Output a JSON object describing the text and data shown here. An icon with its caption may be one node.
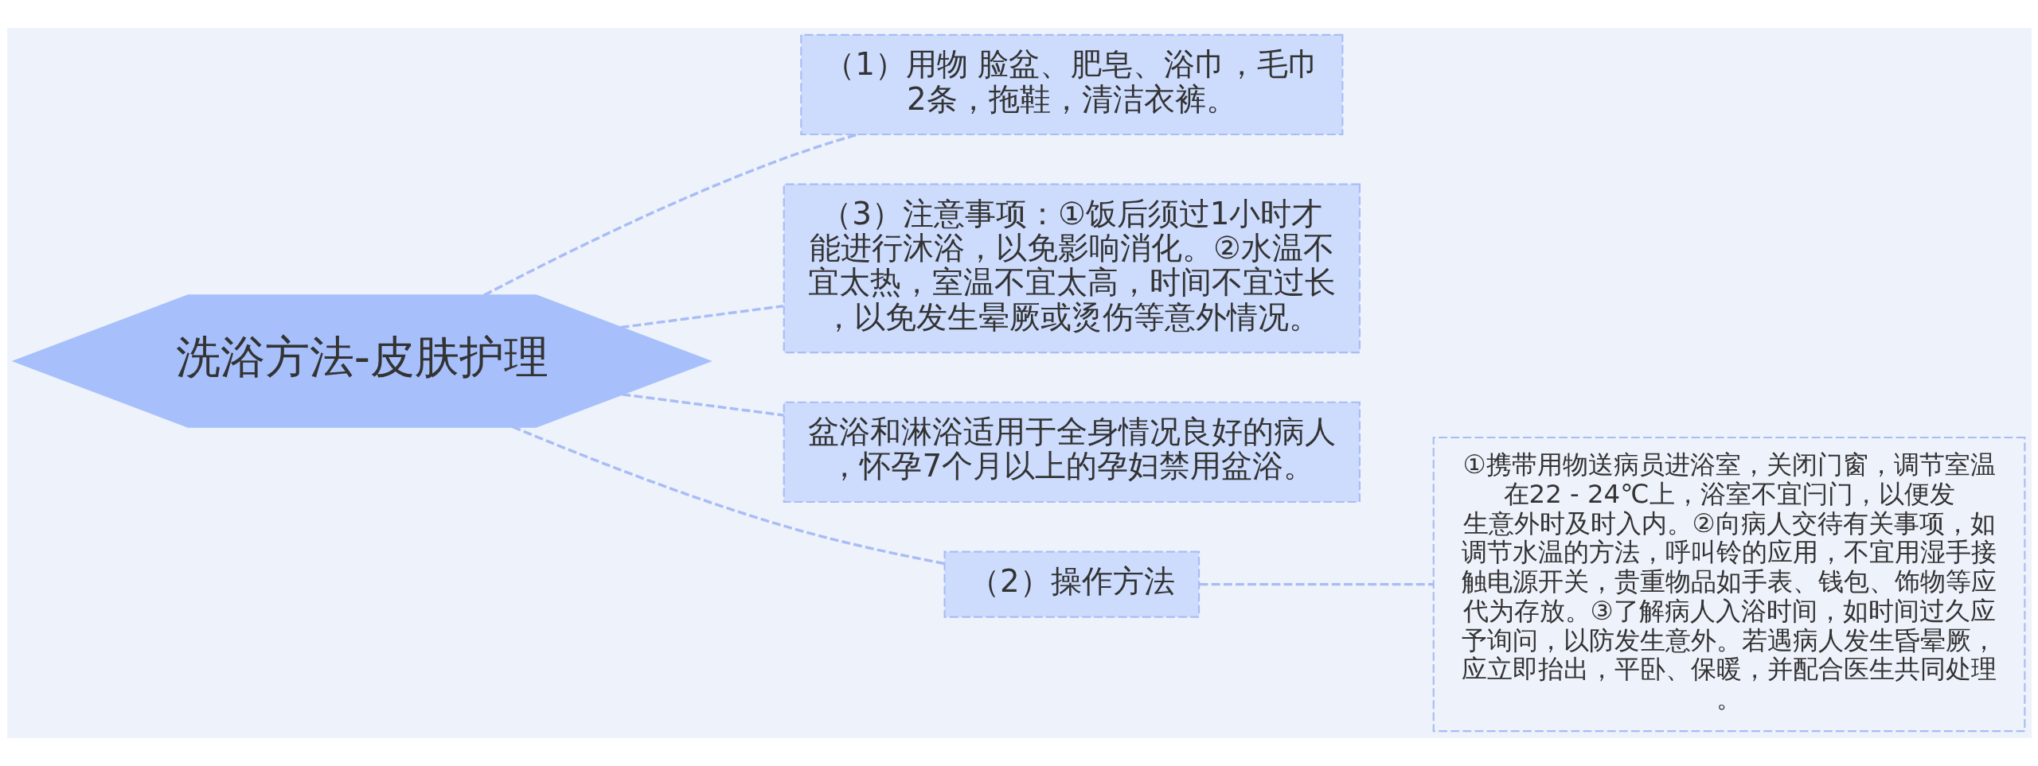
{
  "diagram": {
    "nodes": [
      {
        "text": [
          "洗浴方法-皮肤护理"
        ]
      },
      {
        "text": [
          "（1）用物 脸盆、肥皂、浴巾，毛巾2条，拖鞋，清洁衣裤。"
        ]
      },
      {
        "text": [
          "（3）注意事项：①饭后须过1小时才能进行沐浴，以免影响消化。②水温不宜太热，室温不宜太高，时间不宜过长，以免发生晕厥或烫伤等意外情况。"
        ]
      },
      {
        "text": [
          "盆浴和淋浴适用于全身情况良好的病人，怀孕7个月以上的孕妇禁用盆浴。"
        ]
      },
      {
        "text": [
          "（2）操作方法"
        ]
      },
      {
        "text": [
          "①携带用物送病员进浴室，关闭门窗，调节室温在22 - 24℃上，浴室不宜闩门，以便发生意外时及时入内。②向病人交待有关事项，如调节水温的方法，呼叫铃的应用，不宜用湿手接触电源开关，贵重物品如手表、钱包、饰物等应代为存放。③了解病人入浴时间，如时间过久应予询问，以防发生意外。若遇病人发生昏晕厥，应立即抬出，平卧、保暖，并配合医生共同处理。"
        ]
      }
    ],
    "edges": [
      {
        "from": 0,
        "to": 1,
        "arrow": "none",
        "style": "dashed"
      },
      {
        "from": 0,
        "to": 2,
        "arrow": "none",
        "style": "dashed"
      },
      {
        "from": 0,
        "to": 3,
        "arrow": "none",
        "style": "dashed"
      },
      {
        "from": 0,
        "to": 4,
        "arrow": "none",
        "style": "dashed"
      },
      {
        "from": 4,
        "to": 5,
        "arrow": "none",
        "style": "dashed"
      }
    ]
  }
}
